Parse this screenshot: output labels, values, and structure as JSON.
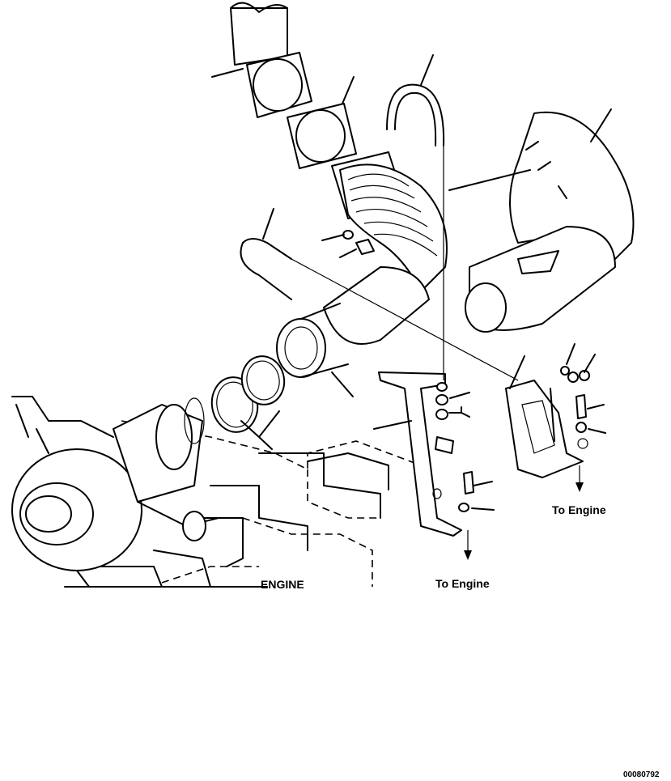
{
  "labels": {
    "engine": "ENGINE",
    "to_engine_left": "To Engine",
    "to_engine_right": "To Engine",
    "figure_number": "00080792"
  }
}
